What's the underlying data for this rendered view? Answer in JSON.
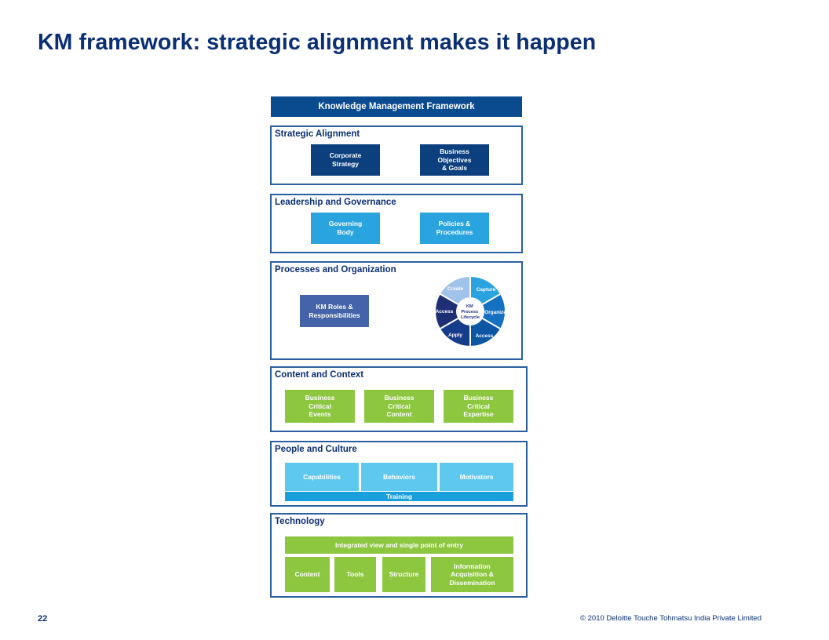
{
  "slide": {
    "title": "KM framework: strategic alignment makes it happen",
    "page_number": "22",
    "copyright": "© 2010 Deloitte Touche Tohmatsu India Private Limited"
  },
  "framework": {
    "header": "Knowledge Management Framework",
    "strategic": {
      "title": "Strategic Alignment",
      "boxes": [
        "Corporate\nStrategy",
        "Business\nObjectives\n& Goals"
      ]
    },
    "leadership": {
      "title": "Leadership and Governance",
      "boxes": [
        "Governing\nBody",
        "Policies &\nProcedures"
      ]
    },
    "processes": {
      "title": "Processes and Organization",
      "roles_box": "KM Roles &\nResponsibilities",
      "cycle": {
        "center": "KM\nProcess\nLifecycle",
        "steps": [
          "Create",
          "Capture",
          "Organize",
          "Access",
          "Apply",
          "Access"
        ]
      }
    },
    "content": {
      "title": "Content and Context",
      "boxes": [
        "Business\nCritical\nEvents",
        "Business\nCritical\nContent",
        "Business\nCritical\nExpertise"
      ]
    },
    "people": {
      "title": "People and Culture",
      "boxes": [
        "Capabilities",
        "Behaviors",
        "Motivators"
      ],
      "training": "Training"
    },
    "technology": {
      "title": "Technology",
      "integrated": "Integrated view and single point of entry",
      "boxes": [
        "Content",
        "Tools",
        "Structure",
        "Information\nAcquisition &\nDissemination"
      ]
    }
  },
  "colors": {
    "title_blue": "#0a2f75",
    "navy": "#0b3f7e",
    "light_blue": "#2aa4df",
    "slate_blue": "#4463a8",
    "green": "#8dc63f",
    "sky_blue": "#5fc8ef"
  }
}
